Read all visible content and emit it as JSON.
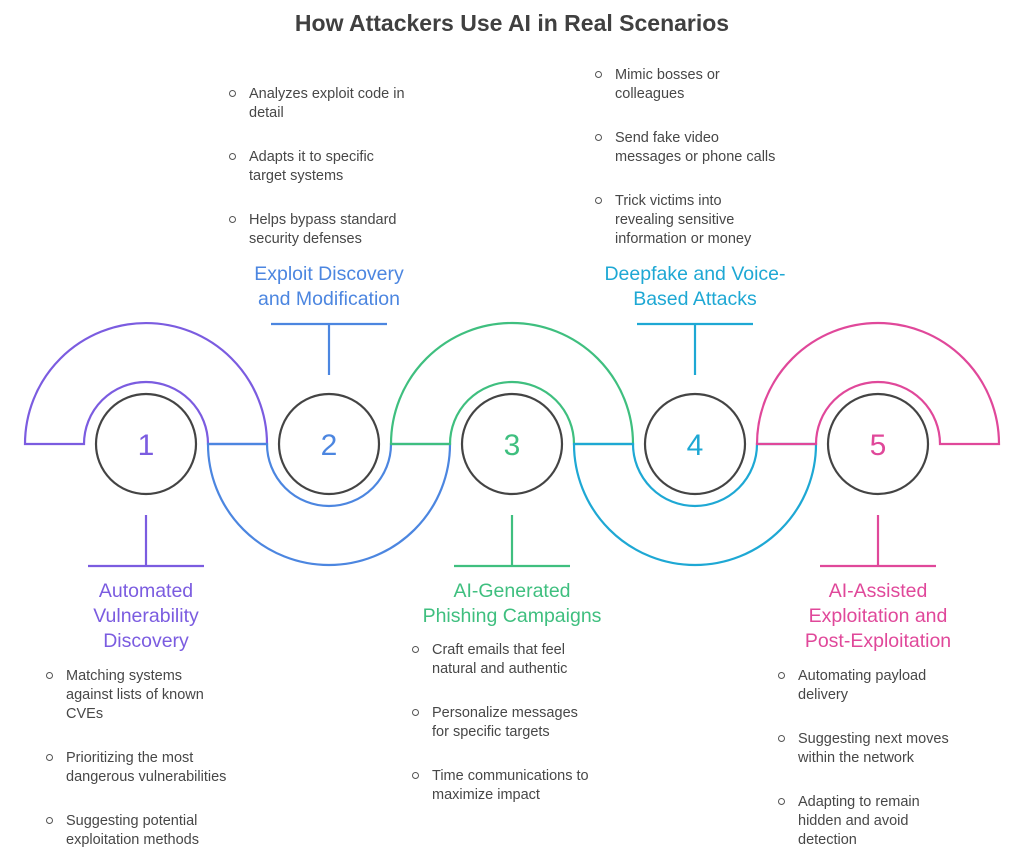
{
  "title": "How Attackers Use AI in Real Scenarios",
  "colors": {
    "step1": "#7b5ce0",
    "step2": "#4c86e0",
    "step3": "#3fbf7f",
    "step4": "#1ea8d4",
    "step5": "#e0489a",
    "circle": "#444444"
  },
  "steps": [
    {
      "number": "1",
      "heading": [
        "Automated",
        "Vulnerability",
        "Discovery"
      ],
      "bullets": [
        [
          "Matching systems",
          "against lists of known",
          "CVEs"
        ],
        [
          "Prioritizing the most",
          "dangerous vulnerabilities"
        ],
        [
          "Suggesting potential",
          "exploitation methods"
        ]
      ]
    },
    {
      "number": "2",
      "heading": [
        "Exploit Discovery",
        "and Modification"
      ],
      "bullets": [
        [
          "Analyzes exploit code in",
          "detail"
        ],
        [
          "Adapts it to specific",
          "target systems"
        ],
        [
          "Helps bypass standard",
          "security defenses"
        ]
      ]
    },
    {
      "number": "3",
      "heading": [
        "AI-Generated",
        "Phishing Campaigns"
      ],
      "bullets": [
        [
          "Craft emails that feel",
          "natural and authentic"
        ],
        [
          "Personalize messages",
          "for specific targets"
        ],
        [
          "Time communications to",
          "maximize impact"
        ]
      ]
    },
    {
      "number": "4",
      "heading": [
        "Deepfake and Voice-",
        "Based Attacks"
      ],
      "bullets": [
        [
          "Mimic bosses or",
          "colleagues"
        ],
        [
          "Send fake video",
          "messages or phone calls"
        ],
        [
          "Trick victims into",
          "revealing sensitive",
          "information or money"
        ]
      ]
    },
    {
      "number": "5",
      "heading": [
        "AI-Assisted",
        "Exploitation and",
        "Post-Exploitation"
      ],
      "bullets": [
        [
          "Automating payload",
          "delivery"
        ],
        [
          "Suggesting next moves",
          "within the network"
        ],
        [
          "Adapting to remain",
          "hidden and avoid",
          "detection"
        ]
      ]
    }
  ]
}
